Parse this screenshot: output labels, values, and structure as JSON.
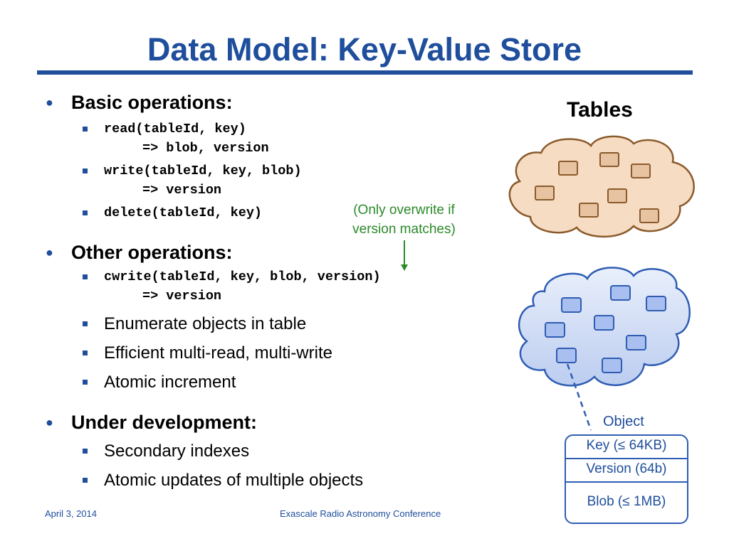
{
  "title": "Data Model: Key-Value Store",
  "sections": [
    {
      "heading": "Basic operations:",
      "items": [
        {
          "code": "read(tableId, key)",
          "cont": "=> blob, version"
        },
        {
          "code": "write(tableId, key, blob)",
          "cont": "=> version"
        },
        {
          "code": "delete(tableId, key)"
        }
      ]
    },
    {
      "heading": "Other operations:",
      "items": [
        {
          "code": "cwrite(tableId, key, blob, version)",
          "cont": "=> version"
        },
        {
          "text": "Enumerate objects in table"
        },
        {
          "text": "Efficient multi-read, multi-write"
        },
        {
          "text": "Atomic increment"
        }
      ]
    },
    {
      "heading": "Under development:",
      "items": [
        {
          "text": "Secondary indexes"
        },
        {
          "text": "Atomic updates of multiple objects"
        }
      ]
    }
  ],
  "note": {
    "line1": "(Only overwrite if",
    "line2": "version matches)"
  },
  "diagram": {
    "tables_label": "Tables",
    "object_label": "Object",
    "object_fields": [
      "Key (≤ 64KB)",
      "Version (64b)",
      "Blob (≤ 1MB)"
    ]
  },
  "footer": {
    "date": "April 3, 2014",
    "event": "Exascale Radio Astronomy Conference"
  },
  "colors": {
    "title": "#1f4e9c",
    "note": "#2a8a2a",
    "cloud1_fill": "#f6dcc3",
    "cloud1_stroke": "#8a5a2b",
    "cloud2_fill": "#cfdcf5",
    "cloud2_stroke": "#2e5db3"
  }
}
